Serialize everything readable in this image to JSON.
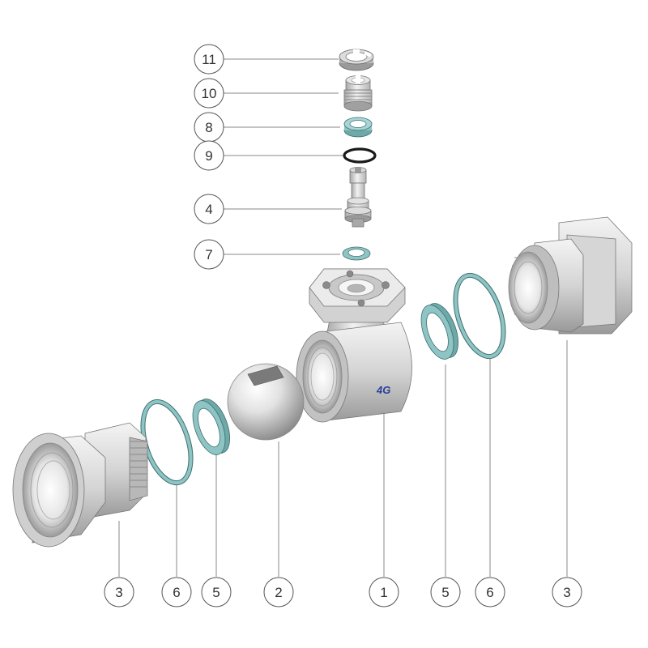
{
  "diagram": {
    "brand_mark": "4G",
    "callouts_top": [
      {
        "label": "11",
        "part": "locking-nut"
      },
      {
        "label": "10",
        "part": "gland-nut"
      },
      {
        "label": "8",
        "part": "stem-seal-ring"
      },
      {
        "label": "9",
        "part": "stem-o-ring"
      },
      {
        "label": "4",
        "part": "stem"
      },
      {
        "label": "7",
        "part": "stem-washer"
      }
    ],
    "callouts_bottom": [
      {
        "label": "3",
        "part": "union-end-left"
      },
      {
        "label": "6",
        "part": "body-gasket-left"
      },
      {
        "label": "5",
        "part": "ball-seat-left"
      },
      {
        "label": "2",
        "part": "ball"
      },
      {
        "label": "1",
        "part": "valve-body"
      },
      {
        "label": "5",
        "part": "ball-seat-right"
      },
      {
        "label": "6",
        "part": "body-gasket-right"
      },
      {
        "label": "3",
        "part": "union-end-right"
      }
    ],
    "colors": {
      "metal_light": "#e8e8e8",
      "metal_mid": "#bdbdbd",
      "metal_dark": "#7a7a7a",
      "seal_teal": "#8fc4c4",
      "oring_black": "#1a1a1a",
      "line": "#888888",
      "brand": "#2a3f9a"
    }
  }
}
